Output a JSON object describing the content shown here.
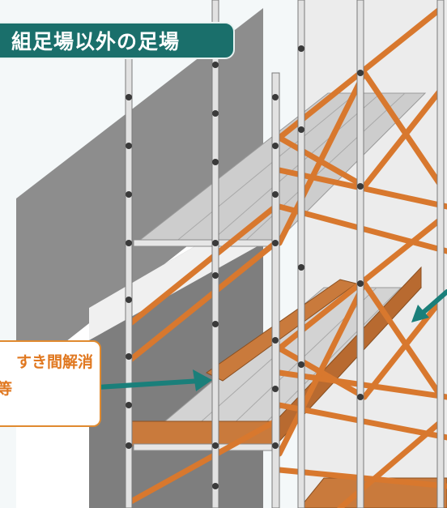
{
  "title": "組足場以外の足場",
  "callout": {
    "line1": "すき間解消",
    "line2": "等"
  },
  "colors": {
    "badge_bg": "#1a6f6b",
    "badge_text": "#ffffff",
    "callout_border": "#e08a2f",
    "callout_text": "#e07820",
    "arrow": "#1a7f7a",
    "wall": "#8a8a8a",
    "pipe": "#d9d9d9",
    "brace": "#d8782e",
    "plank": "#c9c9c9",
    "toeboard": "#c97a3c"
  },
  "icons": [
    "arrow-right-icon",
    "arrow-down-left-icon"
  ]
}
